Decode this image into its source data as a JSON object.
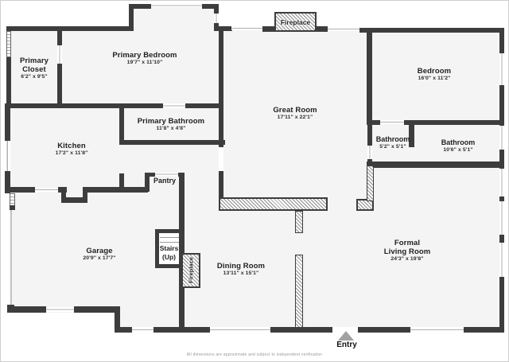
{
  "rooms": {
    "primary_closet": {
      "name": "Primary Closet",
      "dims": "6'2\" x 9'5\""
    },
    "primary_bedroom": {
      "name": "Primary Bedroom",
      "dims": "19'7\" x 11'10\""
    },
    "great_room": {
      "name": "Great Room",
      "dims": "17'11\" x 22'1\""
    },
    "bedroom": {
      "name": "Bedroom",
      "dims": "16'0\" x 11'2\""
    },
    "primary_bathroom": {
      "name": "Primary Bathroom",
      "dims": "11'8\" x 4'8\""
    },
    "kitchen": {
      "name": "Kitchen",
      "dims": "17'2\" x 11'8\""
    },
    "bathroom_small": {
      "name": "Bathroom",
      "dims": "5'2\" x 5'1\""
    },
    "bathroom_hall": {
      "name": "Bathroom",
      "dims": "10'6\" x 5'1\""
    },
    "pantry": {
      "name": "Pantry"
    },
    "garage": {
      "name": "Garage",
      "dims": "20'9\" x 17'7\""
    },
    "stairs": {
      "line1": "Stairs",
      "line2": "(Up)"
    },
    "dining_room": {
      "name": "Dining Room",
      "dims": "13'11\" x 15'1\""
    },
    "formal_living_room": {
      "name1": "Formal",
      "name2": "Living Room",
      "dims": "24'3\" x 19'8\""
    }
  },
  "features": {
    "fireplace_top": "Fireplace",
    "fireplace_side": "Fireplace",
    "entry": "Entry"
  },
  "footer": {
    "disclaimer": "All dimensions are approximate and subject to independent verification"
  },
  "colors": {
    "wall": "#3d3d3d",
    "room_fill": "#f4f4f4",
    "hatch_line": "#8f8f8f",
    "entry_arrow": "#a2a2a2"
  }
}
